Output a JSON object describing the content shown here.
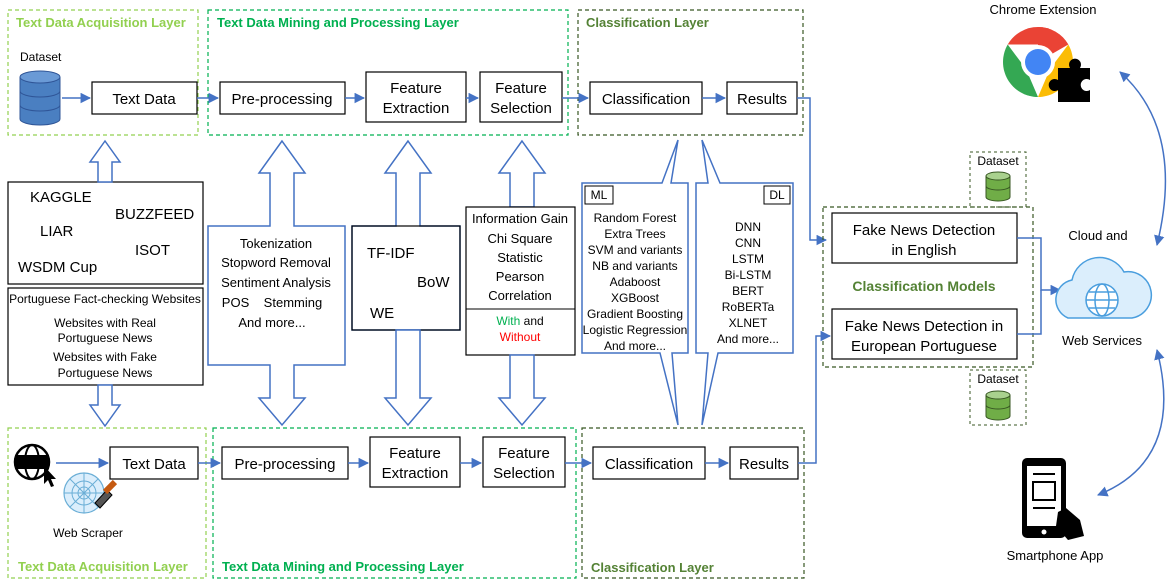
{
  "colors": {
    "green_title": "#92d050",
    "bright_green": "#00b050",
    "dark_green": "#548235",
    "dashed_border": "#385723",
    "arrow_blue": "#4472c4",
    "red": "#ff0000",
    "db_blue": "#4a7fc1",
    "db_green": "#70ad47"
  },
  "top": {
    "acq_title": "Text Data Acquisition Layer",
    "mining_title": "Text Data Mining and Processing Layer",
    "class_title": "Classification Layer",
    "dataset_label": "Dataset",
    "text_data": "Text Data",
    "preprocessing": "Pre-processing",
    "feature_extraction": [
      "Feature",
      "Extraction"
    ],
    "feature_selection": [
      "Feature",
      "Selection"
    ],
    "classification": "Classification",
    "results": "Results"
  },
  "bottom": {
    "acq_title": "Text Data Acquisition Layer",
    "mining_title": "Text Data Mining and Processing Layer",
    "class_title": "Classification Layer",
    "web_scraper": "Web Scraper",
    "text_data": "Text Data",
    "preprocessing": "Pre-processing",
    "feature_extraction": [
      "Feature",
      "Extraction"
    ],
    "feature_selection": [
      "Feature",
      "Selection"
    ],
    "classification": "Classification",
    "results": "Results"
  },
  "datasets": {
    "kaggle": "KAGGLE",
    "buzzfeed": "BUZZFEED",
    "liar": "LIAR",
    "isot": "ISOT",
    "wsdm": "WSDM Cup"
  },
  "portuguese": {
    "title": "Portuguese Fact-checking Websites",
    "real": [
      "Websites with Real",
      "Portuguese News"
    ],
    "fake": [
      "Websites with Fake",
      "Portuguese News"
    ]
  },
  "preproc_methods": [
    "Tokenization",
    "Stopword Removal",
    "Sentiment Analysis",
    "POS    Stemming",
    "And more..."
  ],
  "extraction_methods": {
    "tfidf": "TF-IDF",
    "bow": "BoW",
    "we": "WE"
  },
  "selection_methods": {
    "lines": [
      "Information Gain",
      "Chi Square",
      "Statistic",
      "Pearson",
      "Correlation"
    ],
    "with": "With",
    "and": " and",
    "without": "Without"
  },
  "ml": {
    "tag": "ML",
    "items": [
      "Random Forest",
      "Extra Trees",
      "SVM and variants",
      "NB and variants",
      "Adaboost",
      "XGBoost",
      "Gradient Boosting",
      "Logistic Regression",
      "And more..."
    ]
  },
  "dl": {
    "tag": "DL",
    "items": [
      "DNN",
      "CNN",
      "LSTM",
      "Bi-LSTM",
      "BERT",
      "RoBERTa",
      "XLNET",
      "And more..."
    ]
  },
  "models": {
    "title": "Classification Models",
    "english": [
      "Fake News Detection",
      "in English"
    ],
    "portuguese": [
      "Fake News Detection in",
      "European Portuguese"
    ],
    "dataset_top": "Dataset",
    "dataset_bottom": "Dataset"
  },
  "right": {
    "chrome": "Chrome Extension",
    "cloud": [
      "Cloud and",
      "Web Services"
    ],
    "phone": "Smartphone App"
  }
}
